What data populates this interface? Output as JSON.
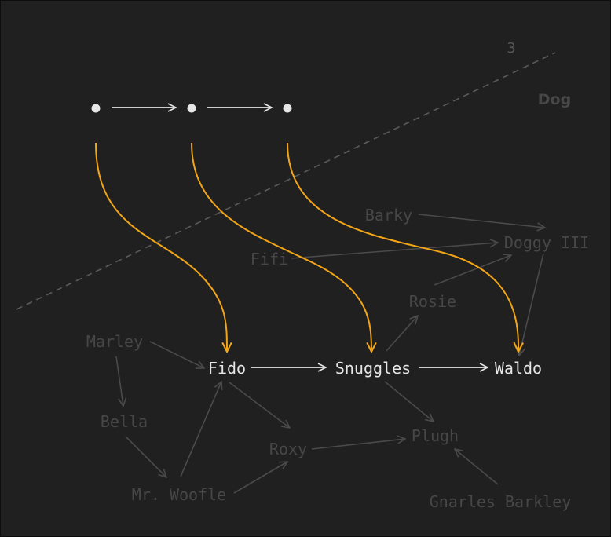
{
  "corner_number": "3",
  "category_label": "Dog",
  "colors": {
    "background": "#202020",
    "mapping_arrow": "#f2a516",
    "primary_text": "#e6e6e6",
    "faded_text": "#474747",
    "faded_edge": "#4a4a4a",
    "divider": "#5a5a5a"
  },
  "highlight_nodes": [
    {
      "id": "fido",
      "label": "Fido"
    },
    {
      "id": "snuggles",
      "label": "Snuggles"
    },
    {
      "id": "waldo",
      "label": "Waldo"
    }
  ],
  "background_nodes": [
    {
      "id": "barky",
      "label": "Barky"
    },
    {
      "id": "doggy-iii",
      "label": "Doggy III"
    },
    {
      "id": "fifi",
      "label": "Fifi"
    },
    {
      "id": "rosie",
      "label": "Rosie"
    },
    {
      "id": "marley",
      "label": "Marley"
    },
    {
      "id": "bella",
      "label": "Bella"
    },
    {
      "id": "roxy",
      "label": "Roxy"
    },
    {
      "id": "plugh",
      "label": "Plugh"
    },
    {
      "id": "mr-woofle",
      "label": "Mr. Woofle"
    },
    {
      "id": "gnarles-barkley",
      "label": "Gnarles Barkley"
    }
  ]
}
